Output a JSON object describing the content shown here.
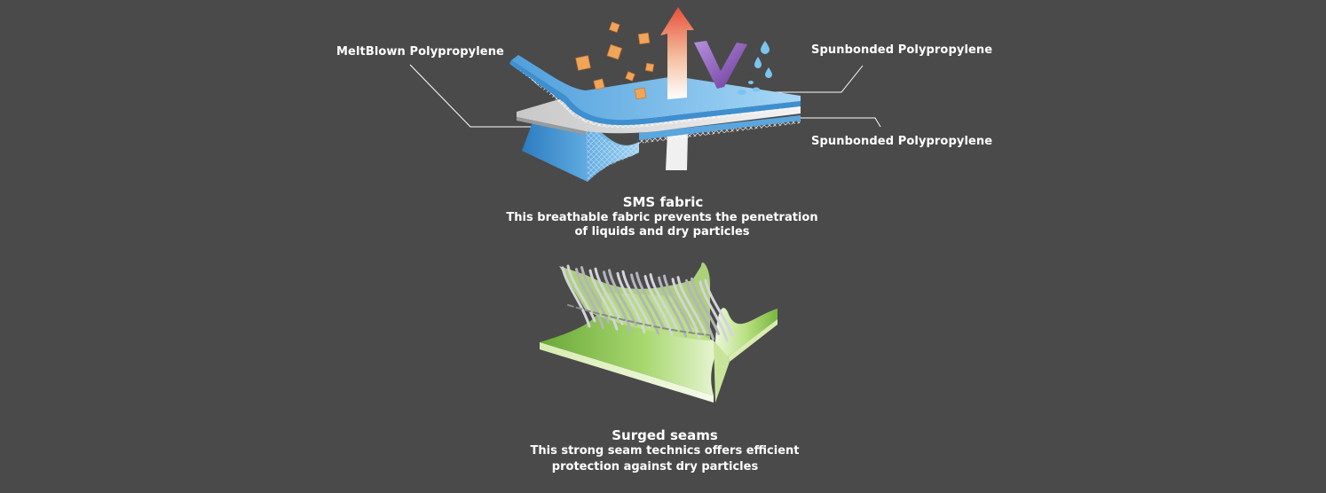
{
  "sms": {
    "labels": {
      "meltblown": "MeltBlown Polypropylene",
      "spunbond_top": "Spunbonded Polypropylene",
      "spunbond_bottom": "Spunbonded Polypropylene"
    },
    "title": "SMS fabric",
    "desc_line1": "This breathable fabric prevents the penetration",
    "desc_line2": "of liquids and dry particles"
  },
  "seams": {
    "title": "Surged seams",
    "desc_line1": "This strong seam technics offers efficient",
    "desc_line2": "protection against dry particles"
  },
  "colors": {
    "background": "#4a4a4a",
    "fabric_blue": "#5aa6de",
    "meltblown_gray": "#dcdcdc",
    "particle_orange": "#f0a55a",
    "arrow_red": "#e8503a",
    "check_purple": "#8a5ab4",
    "droplet_blue": "#7cc4ee",
    "seam_green": "#8cc850"
  },
  "icons": {
    "particles": "dry-particle-cube-icon",
    "vapor": "breathable-vapor-arrow-icon",
    "check": "checkmark-icon",
    "droplets": "water-droplet-icon"
  }
}
